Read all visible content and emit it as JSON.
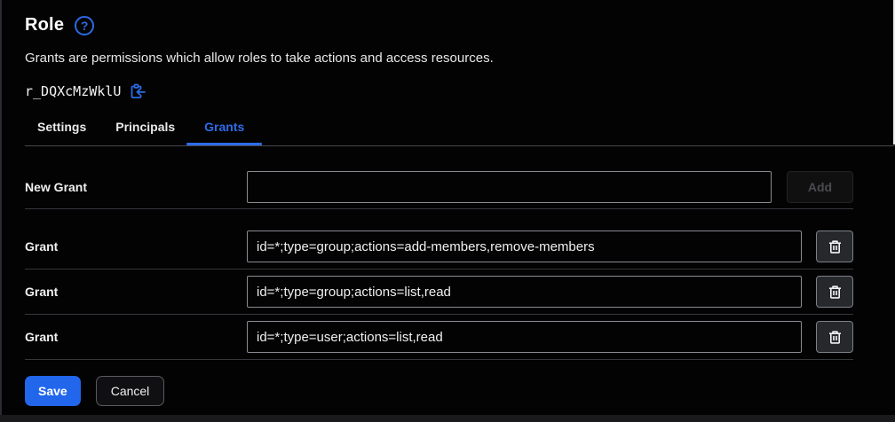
{
  "page": {
    "title": "Role",
    "description": "Grants are permissions which allow roles to take actions and access resources.",
    "role_id": "r_DQXcMzWklU",
    "help_glyph": "?"
  },
  "tabs": [
    {
      "label": "Settings",
      "active": false
    },
    {
      "label": "Principals",
      "active": false
    },
    {
      "label": "Grants",
      "active": true
    }
  ],
  "form": {
    "new_grant_label": "New Grant",
    "new_grant_value": "",
    "add_button_label": "Add",
    "grant_label": "Grant",
    "grants": [
      "id=*;type=group;actions=add-members,remove-members",
      "id=*;type=group;actions=list,read",
      "id=*;type=user;actions=list,read"
    ]
  },
  "actions": {
    "save_label": "Save",
    "cancel_label": "Cancel"
  },
  "colors": {
    "accent_blue": "#2e6be8",
    "save_blue": "#2166eb",
    "background": "#030303",
    "input_border": "#8b8b92",
    "divider": "#36363d"
  }
}
